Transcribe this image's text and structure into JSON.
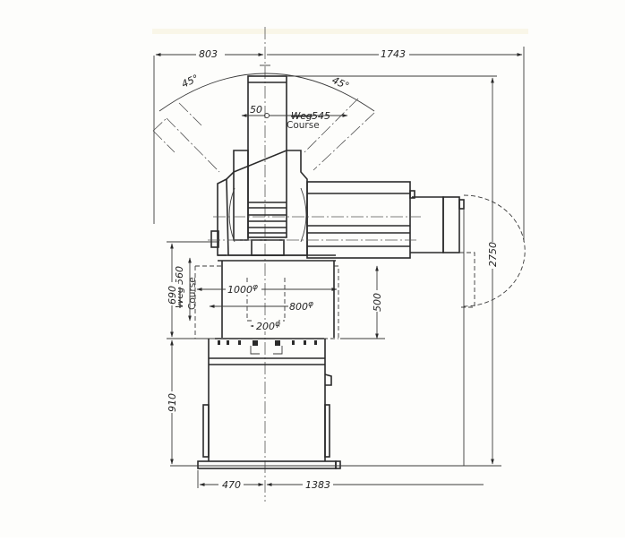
{
  "drawing": {
    "type": "technical-elevation-drawing",
    "subject": "machine tool head on column, side elevation with dimensions",
    "background_color": "#fdfdfb",
    "line_color": "#2a2a2a"
  },
  "dimensions": {
    "top_left_width": "803",
    "top_right_width": "1743",
    "swivel_angle_left": "45°",
    "swivel_angle_right": "45°",
    "spindle_offset": "50",
    "stroke_label_struck": "Weg",
    "stroke_value": "545",
    "stroke_course_label": "Course",
    "vertical_stroke_struck": "Weg",
    "vertical_stroke_value": "560",
    "vertical_course_label": "Course",
    "left_height_upper": "690",
    "left_height_lower": "910",
    "table_diameter_outer": "1000",
    "table_diameter_mid": "800",
    "table_diameter_inner": "200",
    "diameter_symbol": "φ",
    "right_height_table": "500",
    "overall_height": "2750",
    "bottom_left_width": "470",
    "bottom_right_width": "1383"
  }
}
